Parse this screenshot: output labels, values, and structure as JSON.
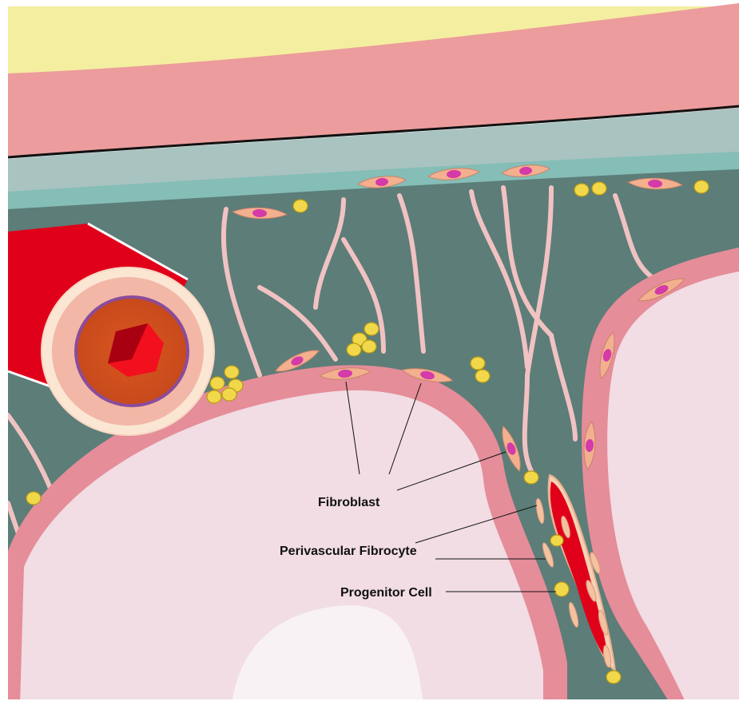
{
  "labels": {
    "fibroblast": "Fibroblast",
    "perivascular_fibrocyte": "Perivascular Fibrocyte",
    "progenitor_cell": "Progenitor Cell"
  },
  "colors": {
    "yellow_layer": "#f4eea0",
    "pink_layer": "#ec9c9c",
    "grey_membrane": "#a9c3c0",
    "teal_band": "#85bdb7",
    "dark_teal": "#5c7d78",
    "light_pink_fill": "#f1dde3",
    "pink_wall": "#e58d99",
    "red_vessel": "#e0001a",
    "yellow_cell": "#f1d84a",
    "magenta_nucleus": "#d43aa8"
  }
}
